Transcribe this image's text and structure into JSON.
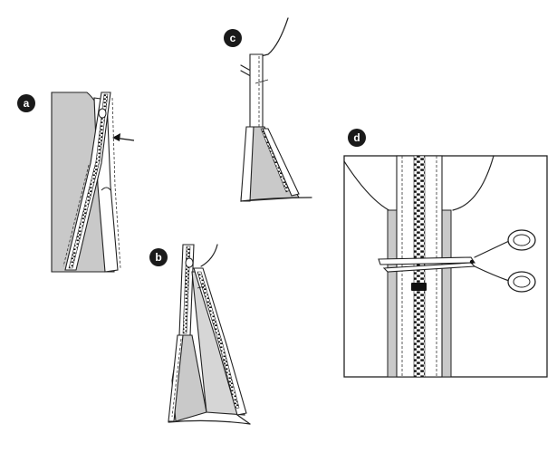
{
  "panels": {
    "a": {
      "label": "a"
    },
    "b": {
      "label": "b"
    },
    "c": {
      "label": "c"
    },
    "d": {
      "label": "d"
    }
  },
  "colors": {
    "badge": "#1a1a1a",
    "fabric": "#c9c9c9",
    "line": "#222222",
    "background": "#ffffff"
  },
  "icons": {
    "arrow": "arrow-left-icon",
    "scissors": "scissors-icon",
    "zipper_pull": "zipper-pull-icon"
  }
}
